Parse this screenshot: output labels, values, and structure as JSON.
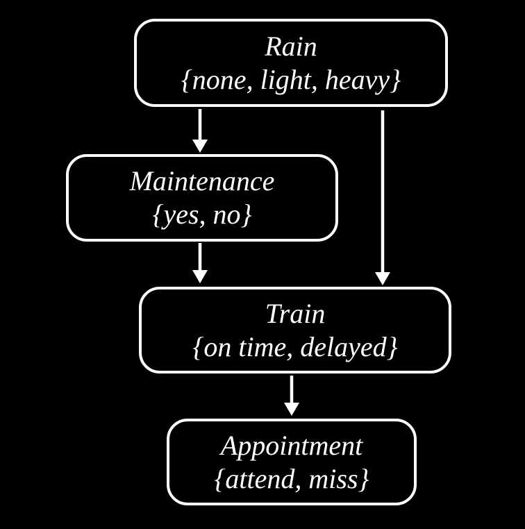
{
  "diagram": {
    "type": "bayesian-network",
    "colors": {
      "background": "#000000",
      "node_fill": "#000000",
      "node_border": "#ffffff",
      "text": "#ffffff",
      "arrow": "#ffffff"
    },
    "nodes": [
      {
        "id": "rain",
        "label": "Rain",
        "values": "{none, light, heavy}"
      },
      {
        "id": "maintenance",
        "label": "Maintenance",
        "values": "{yes, no}"
      },
      {
        "id": "train",
        "label": "Train",
        "values": "{on time, delayed}"
      },
      {
        "id": "appointment",
        "label": "Appointment",
        "values": "{attend, miss}"
      }
    ],
    "edges": [
      {
        "from": "rain",
        "to": "maintenance"
      },
      {
        "from": "rain",
        "to": "train"
      },
      {
        "from": "maintenance",
        "to": "train"
      },
      {
        "from": "train",
        "to": "appointment"
      }
    ]
  }
}
